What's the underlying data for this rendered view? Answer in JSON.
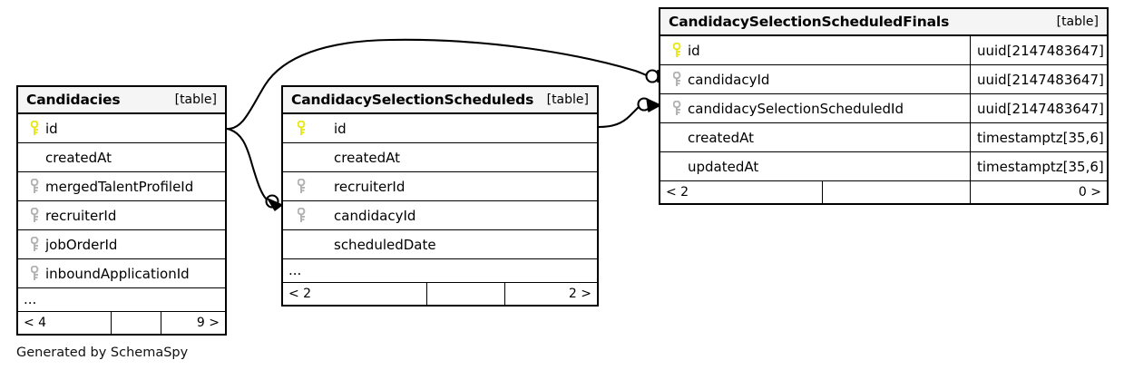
{
  "diagram": {
    "caption": "Generated by SchemaSpy",
    "table_tag": "[table]",
    "ellipsis": "...",
    "colors": {
      "primary_key": "#e8e81c",
      "foreign_key": "#b3b3b3",
      "header_background": "#f5f5f5",
      "border": "#000000",
      "background": "#ffffff"
    }
  },
  "tables": [
    {
      "id": "candidacies",
      "name": "Candidacies",
      "tag": "[table]",
      "has_type_column": false,
      "columns": [
        {
          "name": "id",
          "key": "primary"
        },
        {
          "name": "createdAt",
          "key": "none"
        },
        {
          "name": "mergedTalentProfileId",
          "key": "foreign"
        },
        {
          "name": "recruiterId",
          "key": "foreign"
        },
        {
          "name": "jobOrderId",
          "key": "foreign"
        },
        {
          "name": "inboundApplicationId",
          "key": "foreign"
        }
      ],
      "more_columns": "...",
      "footer": {
        "left": "< 4",
        "middle": "",
        "right": "9 >"
      }
    },
    {
      "id": "candidacy-selection-scheduleds",
      "name": "CandidacySelectionScheduleds",
      "tag": "[table]",
      "has_type_column": false,
      "columns": [
        {
          "name": "id",
          "key": "primary"
        },
        {
          "name": "createdAt",
          "key": "none"
        },
        {
          "name": "recruiterId",
          "key": "foreign"
        },
        {
          "name": "candidacyId",
          "key": "foreign"
        },
        {
          "name": "scheduledDate",
          "key": "none"
        }
      ],
      "more_columns": "...",
      "footer": {
        "left": "< 2",
        "middle": "",
        "right": "2 >"
      }
    },
    {
      "id": "candidacy-selection-scheduled-finals",
      "name": "CandidacySelectionScheduledFinals",
      "tag": "[table]",
      "has_type_column": true,
      "columns": [
        {
          "name": "id",
          "key": "primary",
          "type": "uuid[2147483647]"
        },
        {
          "name": "candidacyId",
          "key": "foreign",
          "type": "uuid[2147483647]"
        },
        {
          "name": "candidacySelectionScheduledId",
          "key": "foreign",
          "type": "uuid[2147483647]"
        },
        {
          "name": "createdAt",
          "key": "none",
          "type": "timestamptz[35,6]"
        },
        {
          "name": "updatedAt",
          "key": "none",
          "type": "timestamptz[35,6]"
        }
      ],
      "more_columns": "",
      "footer": {
        "left": "< 2",
        "middle": "",
        "right": "0 >"
      }
    }
  ],
  "relationships": [
    {
      "id": "rel-candidacies-to-finals",
      "from_table": "Candidacies",
      "from_column": "id",
      "to_table": "CandidacySelectionScheduledFinals",
      "to_column": "candidacyId"
    },
    {
      "id": "rel-candidacies-to-scheduleds",
      "from_table": "Candidacies",
      "from_column": "id",
      "to_table": "CandidacySelectionScheduleds",
      "to_column": "candidacyId"
    },
    {
      "id": "rel-scheduleds-to-finals",
      "from_table": "CandidacySelectionScheduleds",
      "from_column": "id",
      "to_table": "CandidacySelectionScheduledFinals",
      "to_column": "candidacySelectionScheduledId"
    }
  ]
}
